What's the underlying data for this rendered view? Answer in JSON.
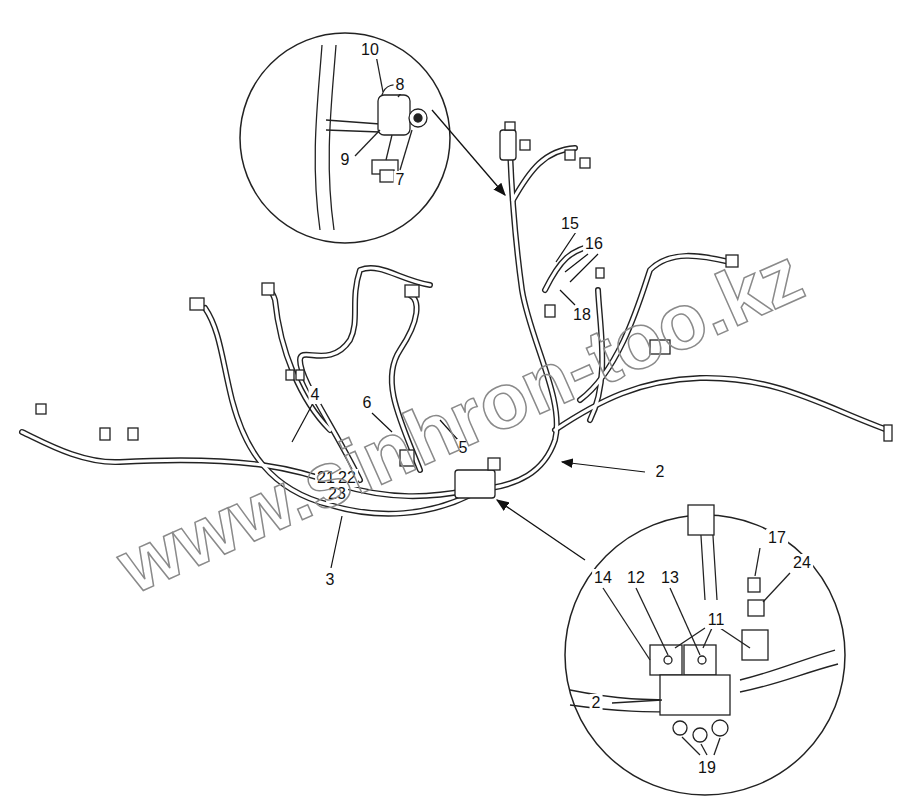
{
  "diagram": {
    "labels": [
      "10",
      "8",
      "9",
      "7",
      "15",
      "16",
      "18",
      "4",
      "6",
      "5",
      "21",
      "22",
      "23",
      "2",
      "3",
      "17",
      "24",
      "14",
      "12",
      "13",
      "11",
      "2",
      "19",
      "www.sinhron-too.kz"
    ]
  }
}
